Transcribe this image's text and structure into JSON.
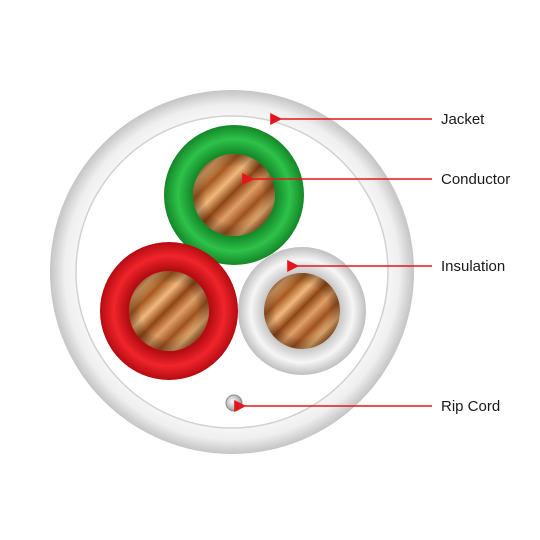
{
  "diagram": {
    "callouts": [
      {
        "label": "Jacket"
      },
      {
        "label": "Conductor"
      },
      {
        "label": "Insulation"
      },
      {
        "label": "Rip Cord"
      }
    ]
  },
  "colors": {
    "jacket": "#e4e4e4",
    "jacket_shadow": "#bdbdbd",
    "insulation_green": "#1fa83a",
    "insulation_red": "#e0141b",
    "insulation_white": "#e6e6e6",
    "conductor_copper": "#c8753a",
    "conductor_dark": "#8a4216",
    "leader_line": "#e3161c"
  }
}
